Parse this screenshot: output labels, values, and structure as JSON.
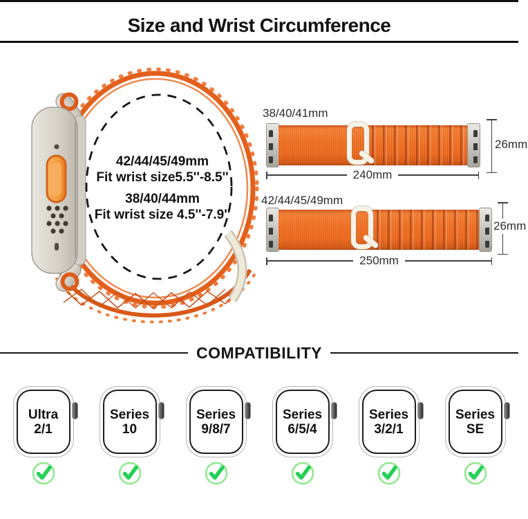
{
  "header": {
    "title": "Size and Wrist Circumference"
  },
  "size_info": {
    "lines": [
      "42/44/45/49mm",
      "Fit wrist size5.5''-8.5''",
      "38/40/44mm",
      "Fit wrist size 4.5''-7.9''"
    ]
  },
  "bands": [
    {
      "label": "38/40/41mm",
      "length": "240mm",
      "width": "26mm"
    },
    {
      "label": "42/44/45/49mm",
      "length": "250mm",
      "width": "26mm"
    }
  ],
  "compatibility": {
    "heading": "COMPATIBILITY",
    "models": [
      {
        "line1": "Ultra",
        "line2": "2/1",
        "supported": true
      },
      {
        "line1": "Series",
        "line2": "10",
        "supported": true
      },
      {
        "line1": "Series",
        "line2": "9/8/7",
        "supported": true
      },
      {
        "line1": "Series",
        "line2": "6/5/4",
        "supported": true
      },
      {
        "line1": "Series",
        "line2": "3/2/1",
        "supported": true
      },
      {
        "line1": "Series",
        "line2": "SE",
        "supported": true
      }
    ]
  },
  "colors": {
    "band_orange": "#ee6a1e",
    "band_dark_orange": "#c9521a",
    "loop_orange": "#e2601c",
    "buckle_ivory": "#f6f1e6",
    "adapter_silver": "#cfccc6",
    "titanium": "#d9d5cc",
    "action_button_orange": "#f6a245",
    "check_green": "#22d155",
    "check_ring_green": "#8ce98c",
    "rule_black": "#111111"
  }
}
